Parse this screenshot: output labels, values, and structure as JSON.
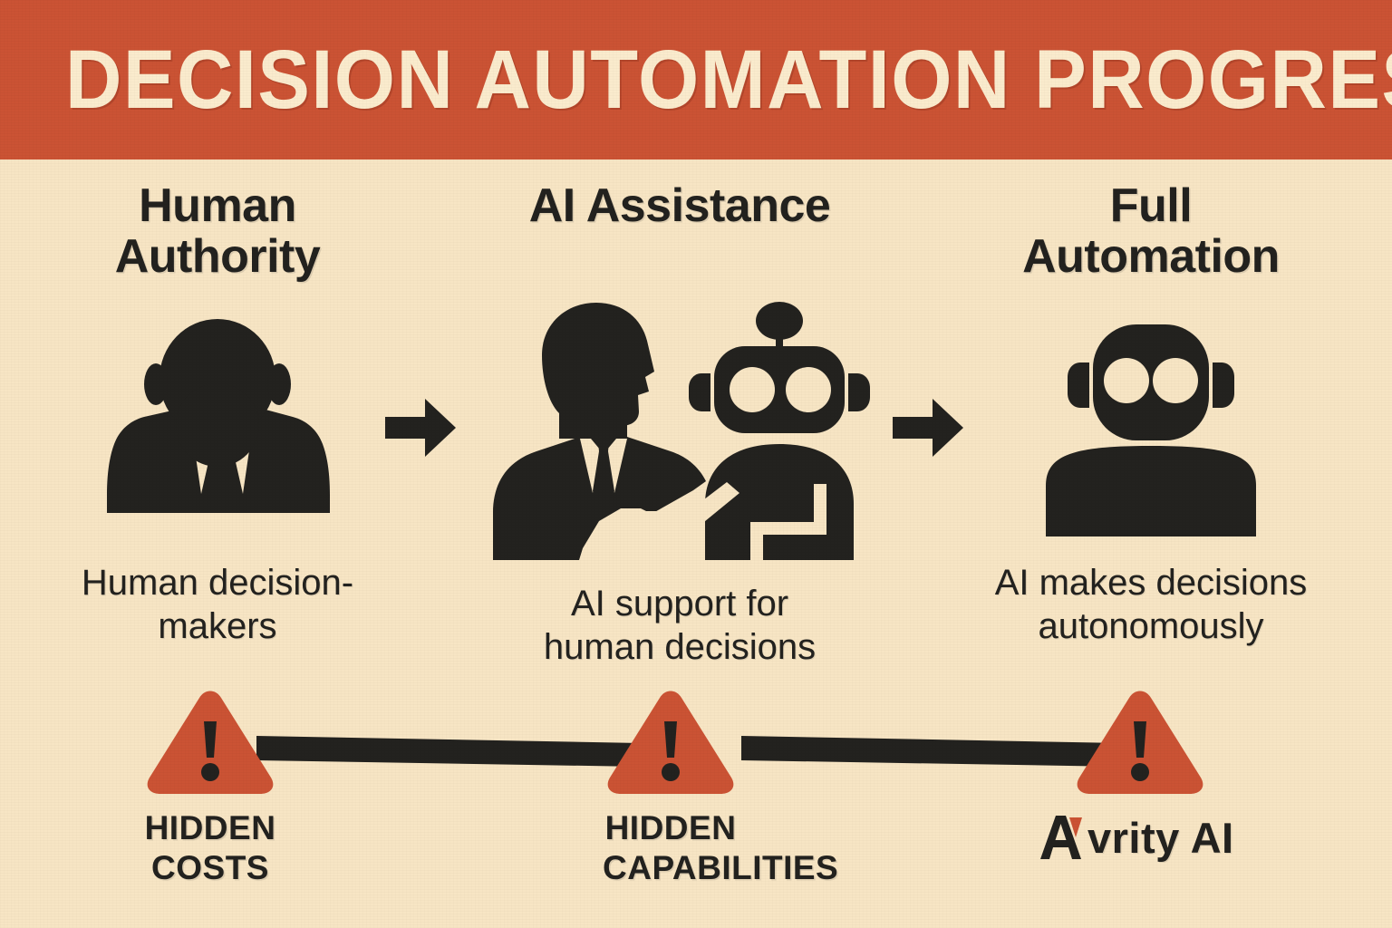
{
  "header": {
    "title": "DECISION AUTOMATION PROGRESSION",
    "bg_color": "#CB5334",
    "text_color": "#FAEBCD"
  },
  "page": {
    "bg_color": "#F7E5C4",
    "ink_color": "#23221F",
    "accent_color": "#CB5334"
  },
  "stages": [
    {
      "heading_line1": "Human",
      "heading_line2": "Authority",
      "caption_line1": "Human decision-",
      "caption_line2": "makers",
      "icon": "businessman-silhouette-icon"
    },
    {
      "heading_line1": "AI Assistance",
      "heading_line2": "",
      "caption_line1": "AI support for",
      "caption_line2": "human decisions",
      "icon": "human-and-robot-handshake-icon"
    },
    {
      "heading_line1": "Full",
      "heading_line2": "Automation",
      "caption_line1": "AI makes decisions",
      "caption_line2": "autonomously",
      "icon": "robot-silhouette-icon"
    }
  ],
  "arrows": [
    {
      "name": "arrow-stage1-to-stage2"
    },
    {
      "name": "arrow-stage2-to-stage3"
    }
  ],
  "warnings": [
    {
      "label_line1": "HIDDEN",
      "label_line2": "COSTS"
    },
    {
      "label_line1": "HIDDEN",
      "label_line2": "CAPABILITIES"
    },
    {
      "label_line1": "",
      "label_line2": ""
    }
  ],
  "brand": {
    "letter": "A",
    "name": "vrity AI",
    "mark_color": "#CB5334"
  }
}
